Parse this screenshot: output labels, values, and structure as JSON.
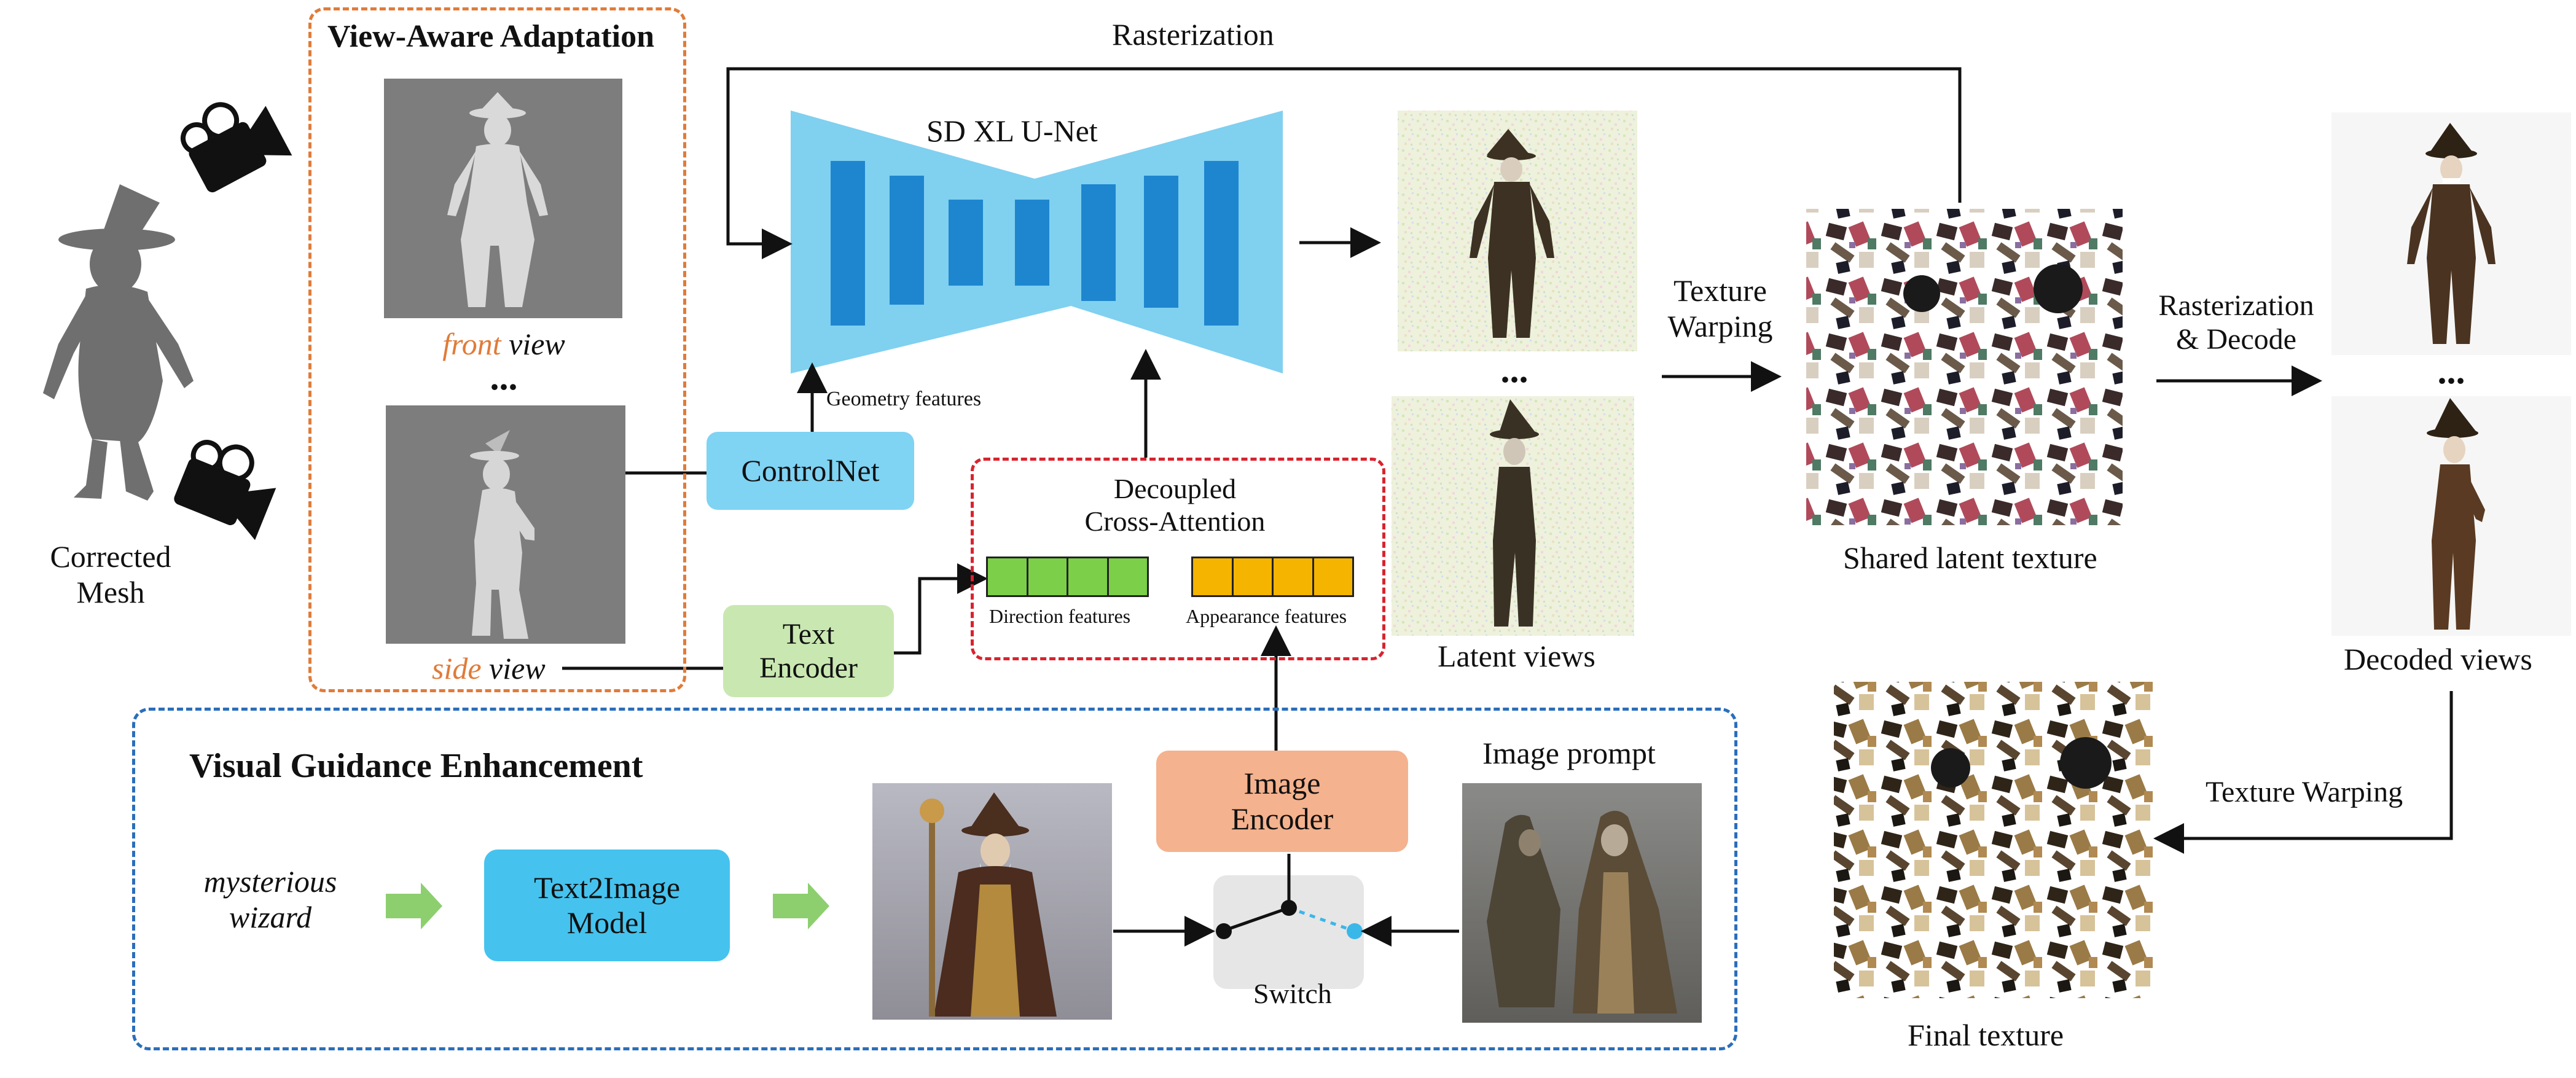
{
  "colors": {
    "unet": "#80d0f0",
    "unet_block": "#1e86cf",
    "controlnet": "#7fd3f3",
    "text_encoder": "#c9e8b1",
    "image_encoder": "#f4b28e",
    "text2image": "#45c3ee",
    "orange_frame": "#e07b39",
    "blue_frame": "#2a6ebb",
    "red_frame": "#d9232e",
    "direction_cells": "#7ccf48",
    "appearance_cells": "#f5b400",
    "green_arrow": "#8dcf6f",
    "switch_dot": "#3ab7e9"
  },
  "mesh": {
    "line1": "Corrected",
    "line2": "Mesh",
    "camera_icon": "camera-icon"
  },
  "view_aware": {
    "title": "View-Aware Adaptation",
    "front_emph": "front",
    "front_rest": " view",
    "ellipsis": "...",
    "side_emph": "side",
    "side_rest": " view"
  },
  "rasterization_top": "Rasterization",
  "unet": {
    "title": "SD XL U-Net"
  },
  "geometry_features": "Geometry features",
  "controlnet": "ControlNet",
  "text_encoder": {
    "line1": "Text",
    "line2": "Encoder"
  },
  "cross_attention": {
    "line1": "Decoupled",
    "line2": "Cross-Attention",
    "direction": "Direction features",
    "appearance": "Appearance features"
  },
  "latent": {
    "ellipsis": "...",
    "caption": "Latent views"
  },
  "texture_warping_1": {
    "line1": "Texture",
    "line2": "Warping"
  },
  "shared_texture_caption": "Shared latent texture",
  "raster_decode": {
    "line1": "Rasterization",
    "line2": "& Decode"
  },
  "decoded": {
    "ellipsis": "...",
    "caption": "Decoded views"
  },
  "texture_warping_2": "Texture Warping",
  "final_texture_caption": "Final texture",
  "visual_guidance": {
    "title": "Visual Guidance Enhancement",
    "prompt_line1": "mysterious",
    "prompt_line2": "wizard",
    "text2image": {
      "line1": "Text2Image",
      "line2": "Model"
    },
    "image_encoder": {
      "line1": "Image",
      "line2": "Encoder"
    },
    "switch": "Switch",
    "image_prompt": "Image prompt"
  }
}
